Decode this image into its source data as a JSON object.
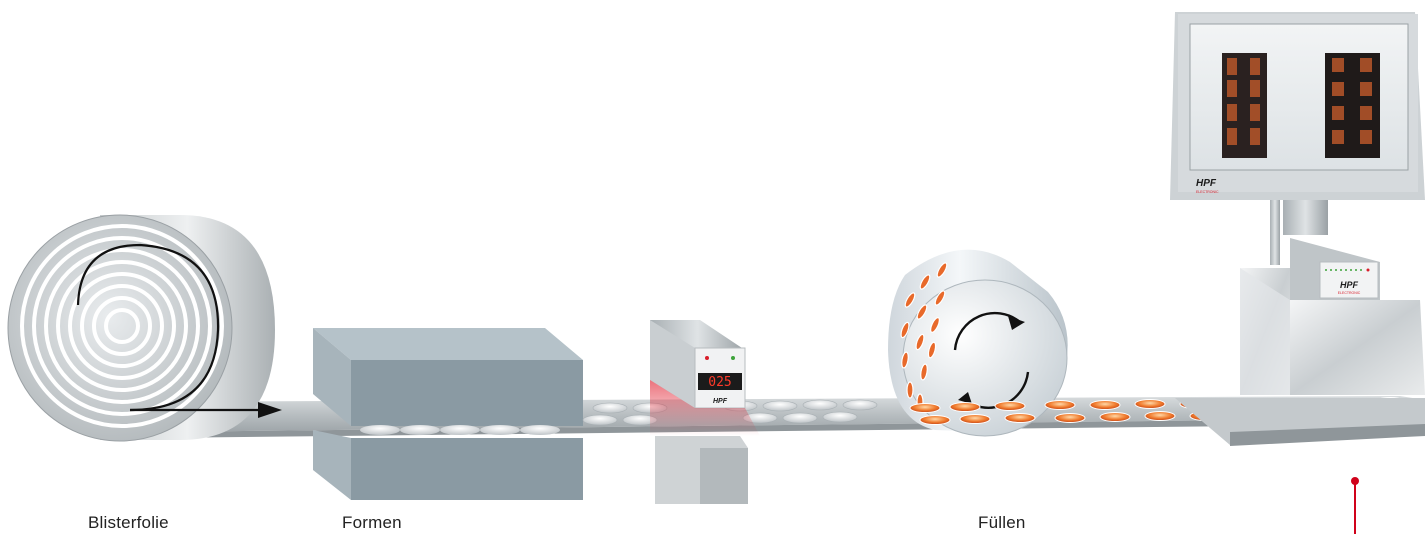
{
  "labels": {
    "blisterfolie": "Blisterfolie",
    "formen": "Formen",
    "fuellen": "Füllen"
  },
  "sensor": {
    "display_value": "025",
    "brand": "HPF"
  },
  "monitor": {
    "brand": "HPF",
    "brand_sub": "ELECTRONIC"
  },
  "controller": {
    "brand": "HPF",
    "brand_sub": "ELECTRONIC"
  },
  "icons": {
    "flow-arrow": "arrow-right-icon",
    "rotation": "rotate-icon"
  },
  "colors": {
    "pill_orange": "#e8692a",
    "laser_red": "#d81e2a",
    "press_gray": "#8a9aa3",
    "marker_red": "#d0021b"
  }
}
